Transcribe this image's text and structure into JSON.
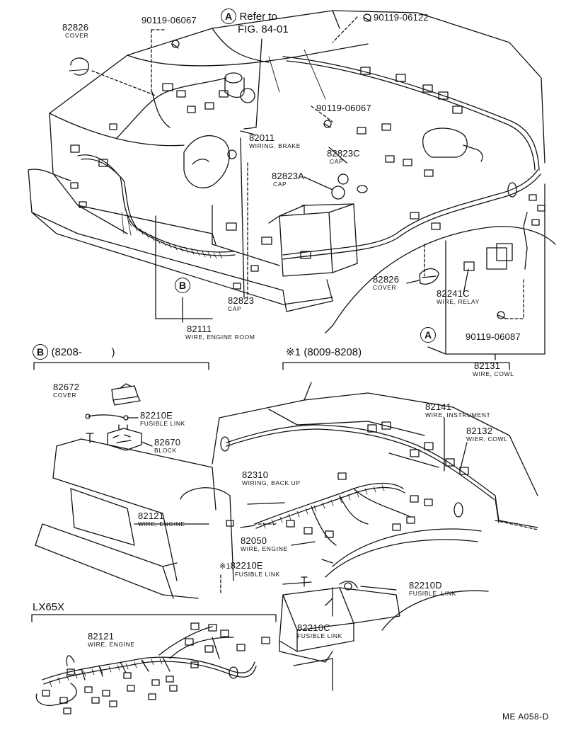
{
  "labels": {
    "cover_top_left": {
      "pn": "82826",
      "desc": "COVER"
    },
    "bolt_top": "90119-06067",
    "ref_marker": "A",
    "ref_text_line1": "Refer to",
    "ref_text_line2": "FIG. 84-01",
    "bolt_top_right": "90119-06122",
    "bolt_mid": "90119-06067",
    "wiring_brake": {
      "pn": "82011",
      "desc": "WIRING, BRAKE"
    },
    "cap_c": {
      "pn": "82823C",
      "desc": "CAP"
    },
    "cap_a": {
      "pn": "82823A",
      "desc": "CAP"
    },
    "cover_right": {
      "pn": "82826",
      "desc": "COVER"
    },
    "wire_relay": {
      "pn": "82241C",
      "desc": "WIRE, RELAY"
    },
    "bolt_lower_right": "90119-06087",
    "cap_b_marker": "B",
    "cap": {
      "pn": "82823",
      "desc": "CAP"
    },
    "wire_engine_room": {
      "pn": "82111",
      "desc": "WIRE, ENGINE ROOM"
    },
    "cowl_marker": "A",
    "wire_cowl": {
      "pn": "82131",
      "desc": "WIRE, COWL"
    }
  },
  "section_b": {
    "marker": "B",
    "range": "(8208-          )",
    "cover": {
      "pn": "82672",
      "desc": "COVER"
    },
    "fusible_e": {
      "pn": "82210E",
      "desc": "FUSIBLE LINK"
    },
    "block": {
      "pn": "82670",
      "desc": "BLOCK"
    },
    "wire_engine": {
      "pn": "82121",
      "desc": "WIRE, ENGINE"
    }
  },
  "section_star": {
    "marker": "※1",
    "range": "(8009-8208)",
    "wire_instrument": {
      "pn": "82141",
      "desc": "WIRE, INSTRUMENT"
    },
    "wier_cowl": {
      "pn": "82132",
      "desc": "WIER, COWL"
    },
    "wiring_back_up": {
      "pn": "82310",
      "desc": "WIRING, BACK UP"
    },
    "wire_engine": {
      "pn": "82050",
      "desc": "WIRE, ENGINE"
    },
    "fusible_e_star": {
      "star": "※1",
      "pn": "82210E",
      "desc": "FUSIBLE LINK"
    },
    "fusible_d": {
      "pn": "82210D",
      "desc": "FUSIBLE, LINK"
    },
    "fusible_c": {
      "pn": "82210C",
      "desc": "FUSIBLE LINK"
    }
  },
  "section_lx": {
    "title": "LX65X",
    "wire_engine": {
      "pn": "82121",
      "desc": "WIRE, ENGINE"
    }
  },
  "figure_code": "ME A058-D"
}
